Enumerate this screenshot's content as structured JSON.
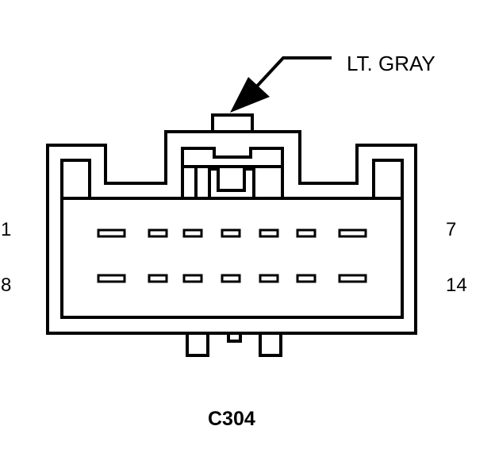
{
  "wire_color_label": "LT. GRAY",
  "connector_id": "C304",
  "pin_labels": {
    "top_left": "1",
    "top_right": "7",
    "bottom_left": "8",
    "bottom_right": "14"
  },
  "colors": {
    "line": "#000000",
    "background": "#ffffff"
  }
}
